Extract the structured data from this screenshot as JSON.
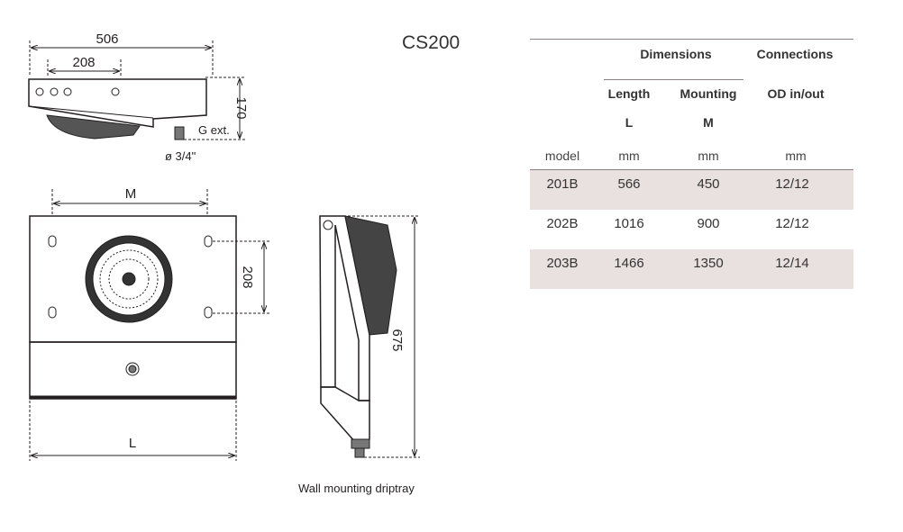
{
  "title": "CS200",
  "caption": "Wall mounting driptray",
  "drawing": {
    "top_view": {
      "width": "506",
      "fan_spacing": "208",
      "height": "170",
      "connection_type": "G ext.",
      "connection_size": "ø 3/4\""
    },
    "front_view": {
      "mounting": "M",
      "hole_spacing": "208",
      "length": "L"
    },
    "side_view": {
      "height": "675"
    }
  },
  "table": {
    "group_dimensions": "Dimensions",
    "group_connections": "Connections",
    "headers": [
      {
        "label": "Length",
        "symbol": "L",
        "unit": "mm"
      },
      {
        "label": "Mounting",
        "symbol": "M",
        "unit": "mm"
      },
      {
        "label": "OD in/out",
        "symbol": "",
        "unit": "mm"
      }
    ],
    "model_label": "model",
    "rows": [
      {
        "model": "201B",
        "length": "566",
        "mounting": "450",
        "od": "12/12"
      },
      {
        "model": "202B",
        "length": "1016",
        "mounting": "900",
        "od": "12/12"
      },
      {
        "model": "203B",
        "length": "1466",
        "mounting": "1350",
        "od": "12/14"
      }
    ]
  }
}
